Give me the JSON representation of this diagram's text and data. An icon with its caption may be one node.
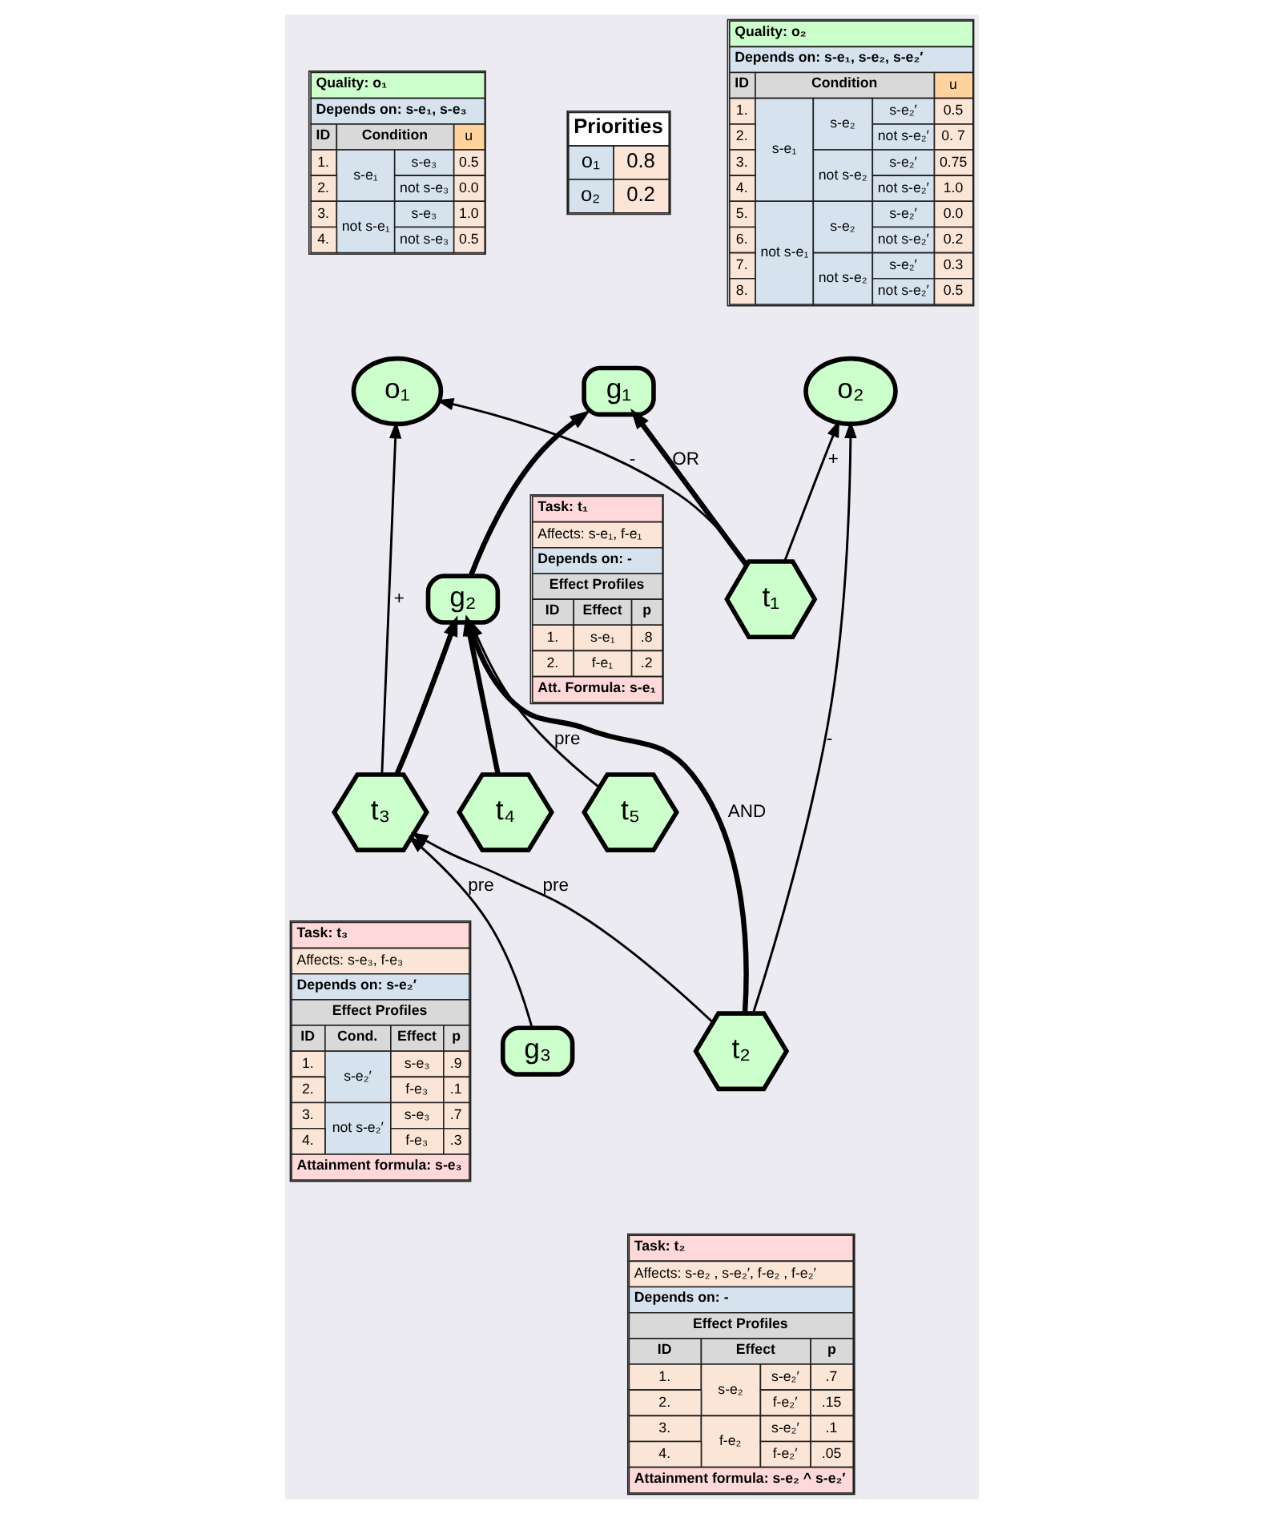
{
  "diagram": {
    "nodes": [
      {
        "text": [
          "o₂"
        ],
        "beside": [
          "Quality: o₂",
          "Depends on: s-e₁, s-e₂, s-e₂′",
          "ID",
          "Condition",
          "u",
          "1.",
          "s-e₁",
          "s-e₂",
          "s-e₂′",
          "0.5",
          "2.",
          "not s-e₂′",
          "0. 7",
          "3.",
          "not s-e₂",
          "s-e₂′",
          "0.75",
          "4.",
          "not s-e₂′",
          "1.0",
          "5.",
          "not s-e₁",
          "s-e₂",
          "s-e₂′",
          "0.0",
          "6.",
          "not s-e₂′",
          "0.2",
          "7.",
          "not s-e₂",
          "s-e₂′",
          "0.3",
          "8.",
          "not s-e₂′",
          "0.5"
        ]
      },
      {
        "text": [
          "g₁"
        ]
      },
      {
        "text": [
          "o₁"
        ],
        "beside": [
          "Quality: o₁",
          "Depends on: s-e₁, s-e₃",
          "ID",
          "Condition",
          "u",
          "1.",
          "s-e₁",
          "s-e₃",
          "0.5",
          "2.",
          "not s-e₃",
          "0.0",
          "3.",
          "not s-e₁",
          "s-e₃",
          "1.0",
          "4.",
          "not s-e₃",
          "0.5"
        ]
      },
      {
        "text": [
          "t₅"
        ]
      },
      {
        "text": [
          "t₁"
        ],
        "beside": [
          "Task: t₁",
          "Affects: s-e₁, f-e₁",
          "Depends on: -",
          "Effect Profiles",
          "ID",
          "Effect",
          "p",
          "1.",
          "s-e₁",
          ".8",
          "2.",
          "f-e₁",
          ".2",
          "Att. Formula: s-e₁"
        ]
      },
      {
        "text": [
          "g₂"
        ]
      },
      {
        "text": [
          "g₃"
        ]
      },
      {
        "text": [
          "t₄"
        ]
      },
      {
        "text": [
          "t₂"
        ],
        "beside": [
          "Task: t₂",
          "Affects: s-e₂ , s-e₂′, f-e₂ , f-e₂′",
          "Depends on: -",
          "Effect Profiles",
          "ID",
          "Effect",
          "p",
          "1.",
          "s-e₂",
          "s-e₂′",
          ".7",
          "2.",
          "f-e₂′",
          ".15",
          "3.",
          "f-e₂",
          "s-e₂′",
          ".1",
          "4.",
          "f-e₂′",
          ".05",
          "Attainment formula: s-e₂ ^ s-e₂′"
        ]
      },
      {
        "text": [
          "t₃"
        ],
        "beside": [
          "Task: t₃",
          "Affects: s-e₃, f-e₃",
          "Depends on: s-e₂′",
          "Effect Profiles",
          "ID",
          "Cond.",
          "Effect",
          "p",
          "1.",
          "s-e₂′",
          "s-e₃",
          ".9",
          "2.",
          "f-e₃",
          ".1",
          "3.",
          "not s-e₂′",
          "s-e₃",
          ".7",
          "4.",
          "f-e₃",
          ".3",
          "Attainment formula: s-e₃"
        ]
      }
    ],
    "edges": [
      {
        "from": 4,
        "to": 0,
        "arrow": "to",
        "label": "+"
      },
      {
        "from": 8,
        "to": 0,
        "arrow": "to",
        "label": "-"
      },
      {
        "from": 4,
        "to": 1,
        "arrow": "to",
        "style": "thick",
        "label": "OR"
      },
      {
        "from": 5,
        "to": 1,
        "arrow": "to",
        "style": "thick"
      },
      {
        "from": 4,
        "to": 2,
        "arrow": "to",
        "label": "-"
      },
      {
        "from": 9,
        "to": 2,
        "arrow": "to",
        "label": "+"
      },
      {
        "from": 3,
        "to": 5,
        "arrow": "to",
        "label": "pre"
      },
      {
        "from": 8,
        "to": 5,
        "arrow": "to",
        "style": "thick",
        "label": "AND"
      },
      {
        "from": 7,
        "to": 5,
        "arrow": "to",
        "style": "thick"
      },
      {
        "from": 9,
        "to": 5,
        "arrow": "to",
        "style": "thick"
      },
      {
        "from": 6,
        "to": 9,
        "arrow": "to",
        "label": "pre"
      },
      {
        "from": 8,
        "to": 9,
        "arrow": "to",
        "label": "pre"
      }
    ],
    "labels": [
      "Priorities",
      "o₁",
      "0.8",
      "o₂",
      "0.2"
    ]
  }
}
